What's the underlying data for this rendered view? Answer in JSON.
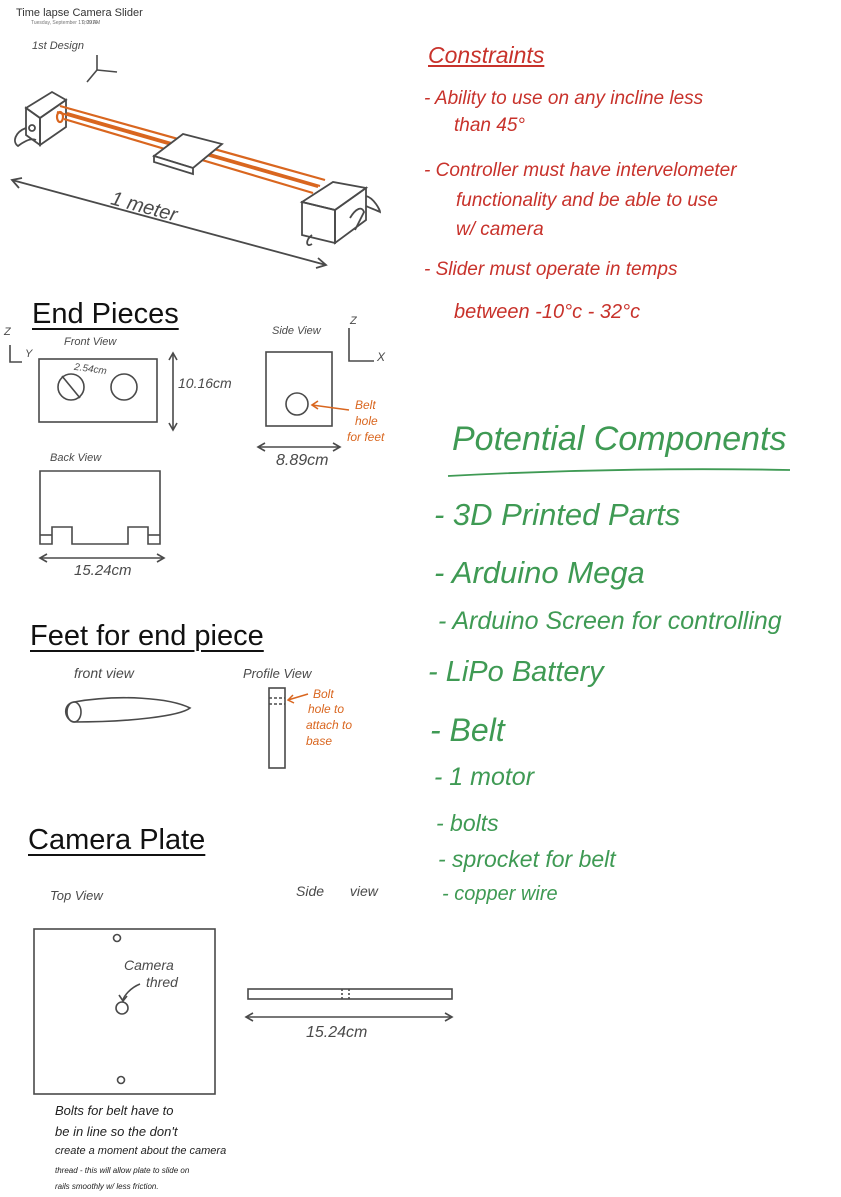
{
  "page": {
    "title": "Time lapse Camera Slider",
    "date": "Tuesday, September 17, 2019",
    "time": "9:09 AM"
  },
  "design": {
    "label": "1st Design",
    "length_label": "1 meter"
  },
  "constraints": {
    "heading": "Constraints",
    "items": [
      {
        "line1": "- Ability to use on any incline less",
        "line2": "than 45°"
      },
      {
        "line1": "- Controller must have intervelometer",
        "line2": "functionality and be able to use",
        "line3": "w/ camera"
      },
      {
        "line1": "- Slider must operate in temps",
        "line2": "between -10°c - 32°c"
      }
    ]
  },
  "end_pieces": {
    "heading": "End Pieces",
    "axis_left": {
      "z": "Z",
      "y": "Y"
    },
    "axis_right": {
      "z": "Z",
      "x": "X"
    },
    "front_view": "Front View",
    "hole_dim": "2.54cm",
    "height_dim": "10.16cm",
    "side_view": "Side View",
    "belt_note": {
      "line1": "Belt",
      "line2": "hole",
      "line3": "for feet"
    },
    "width_dim": "8.89cm",
    "back_view": "Back View",
    "back_dim": "15.24cm"
  },
  "feet": {
    "heading": "Feet for end piece",
    "front_view": "front view",
    "profile_view": "Profile View",
    "bolt_note": {
      "line1": "Bolt",
      "line2": "hole to",
      "line3": "attach to",
      "line4": "base"
    }
  },
  "camera_plate": {
    "heading": "Camera Plate",
    "top_view": "Top View",
    "side_view": "Side view",
    "camera_note": {
      "line1": "Camera",
      "line2": "thred"
    },
    "plate_dim": "15.24cm",
    "bottom_note": {
      "line1": "Bolts for belt have to",
      "line2": "be in line so the don't",
      "line3": "create a moment about the camera",
      "line4": "thread - this will allow plate to slide on",
      "line5": "rails smoothly w/ less friction."
    }
  },
  "components": {
    "heading": "Potential Components",
    "items": [
      "- 3D Printed Parts",
      "- Arduino Mega",
      "- Arduino Screen for controlling",
      "- LiPo Battery",
      "- Belt",
      "- 1 motor",
      "- bolts",
      "- sprocket for belt",
      "- copper wire"
    ]
  },
  "colors": {
    "red": "#c8322b",
    "orange": "#d9661f",
    "green": "#3f9a54",
    "grey": "#4a4a4a"
  }
}
